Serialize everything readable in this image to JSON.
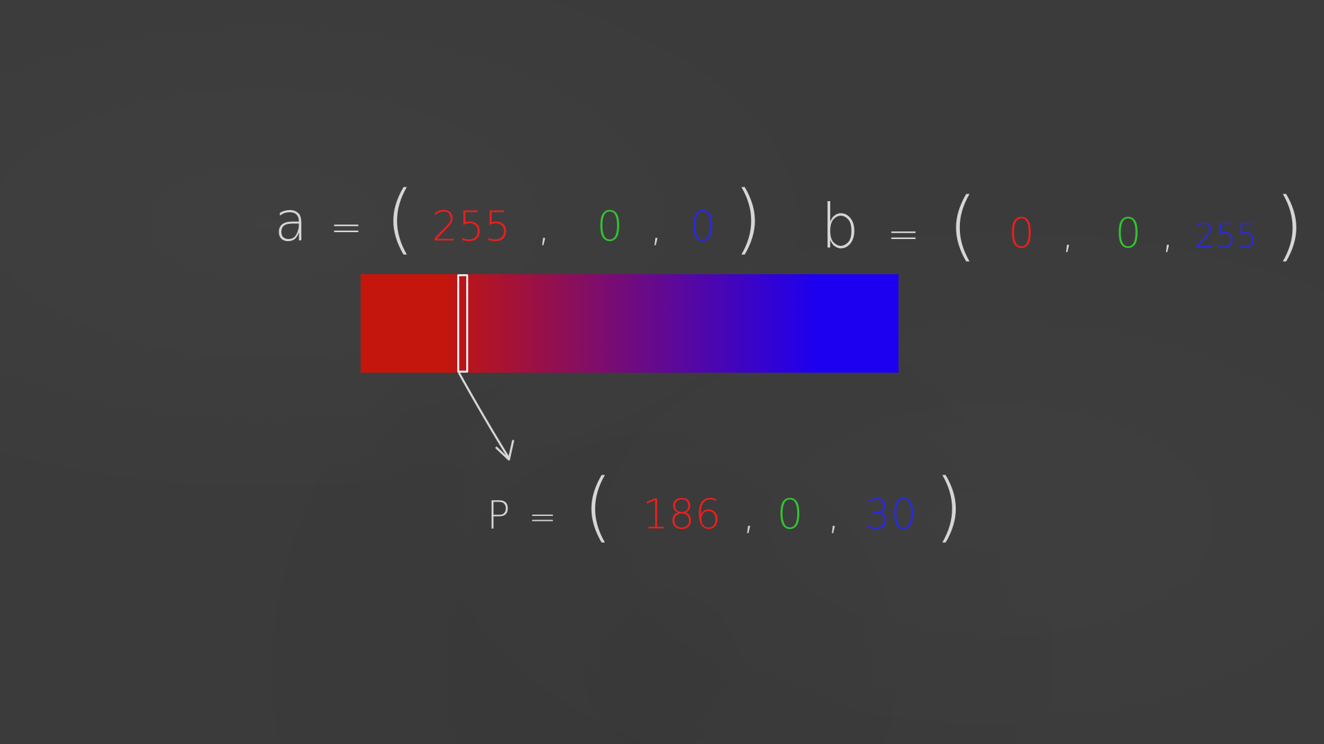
{
  "colors": {
    "board": "#3b3b3b",
    "chalk": "#d6d6d6",
    "red": "#e8201f",
    "green": "#33c233",
    "blue": "#2a2ae0",
    "gradient_start": "#c4160c",
    "gradient_end": "#1d00f0"
  },
  "color_a": {
    "label": "a",
    "equals": "=",
    "r": "255",
    "g": "0",
    "b": "0"
  },
  "color_b": {
    "label": "b",
    "equals": "=",
    "r": "0",
    "g": "0",
    "b": "255"
  },
  "color_p": {
    "label": "P",
    "equals": "=",
    "r": "186",
    "g": "0",
    "b": "30"
  },
  "marker_position": 0.19,
  "punct": {
    "open": "(",
    "close": ")",
    "comma": ","
  }
}
